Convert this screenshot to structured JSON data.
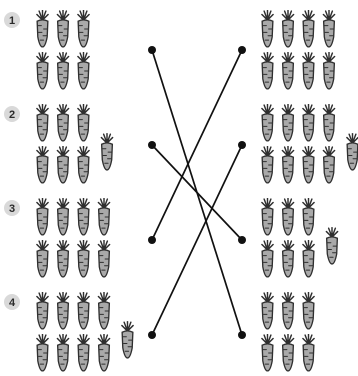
{
  "rows": [
    {
      "label": "1",
      "left_count": 6,
      "right_count": 8
    },
    {
      "label": "2",
      "left_count": 7,
      "right_count": 9
    },
    {
      "label": "3",
      "left_count": 8,
      "right_count": 7
    },
    {
      "label": "4",
      "left_count": 9,
      "right_count": 6
    }
  ],
  "connections": [
    {
      "from_row": "1",
      "to_row": "4"
    },
    {
      "from_row": "2",
      "to_row": "3"
    },
    {
      "from_row": "3",
      "to_row": "1"
    },
    {
      "from_row": "4",
      "to_row": "2"
    }
  ],
  "colors": {
    "badge_fill": "#d9d9d9",
    "badge_text": "#2b2b2b",
    "carrot_fill": "#a9a9a9",
    "carrot_stroke": "#2f2f2f",
    "line": "#111111"
  },
  "icons": {
    "item": "carrot-icon",
    "badge": "number-badge"
  }
}
